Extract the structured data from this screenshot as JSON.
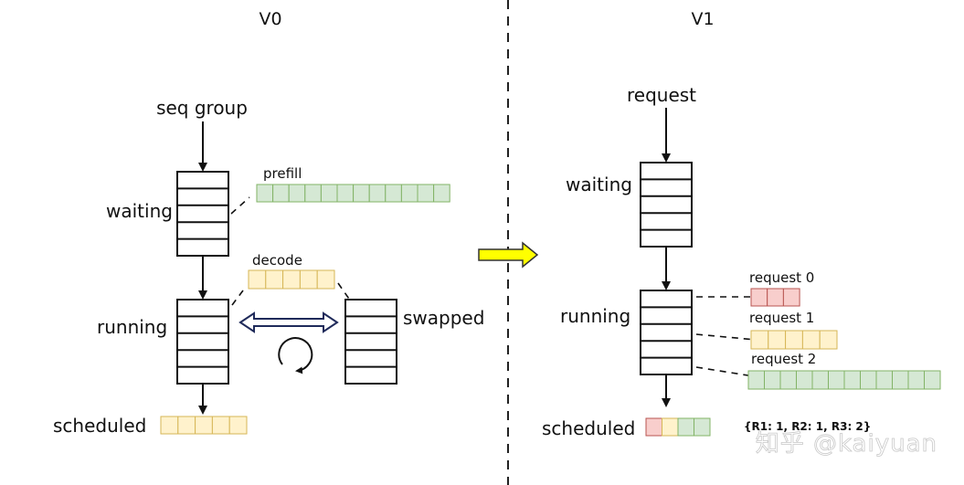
{
  "left": {
    "title": "V0",
    "input_label": "seq group",
    "waiting_label": "waiting",
    "running_label": "running",
    "swapped_label": "swapped",
    "scheduled_label": "scheduled",
    "prefill_label": "prefill",
    "decode_label": "decode"
  },
  "right": {
    "title": "V1",
    "input_label": "request",
    "waiting_label": "waiting",
    "running_label": "running",
    "scheduled_label": "scheduled",
    "request0_label": "request 0",
    "request1_label": "request 1",
    "request2_label": "request 2",
    "budget_text": "{R1: 1, R2: 1, R3: 2}"
  },
  "watermark": "知乎 @kaiyuan",
  "colors": {
    "green_fill": "#d5e8d4",
    "green_stroke": "#82b366",
    "yellow_fill": "#fff2cc",
    "yellow_stroke": "#d6b656",
    "red_fill": "#f8cecc",
    "red_stroke": "#b85450",
    "transition_arrow": "#ffff00",
    "double_arrow": "#1f2a5a"
  },
  "bars": {
    "left_prefill": {
      "cells": 12,
      "color": "green"
    },
    "left_decode": {
      "cells": 5,
      "color": "yellow"
    },
    "left_scheduled": {
      "cells": 5,
      "color": "yellow"
    },
    "right_request0": {
      "cells": 3,
      "color": "red"
    },
    "right_request1": {
      "cells": 5,
      "color": "yellow"
    },
    "right_request2": {
      "cells": 12,
      "color": "green"
    },
    "right_scheduled": {
      "colors": [
        "red",
        "yellow",
        "green",
        "green"
      ]
    }
  }
}
